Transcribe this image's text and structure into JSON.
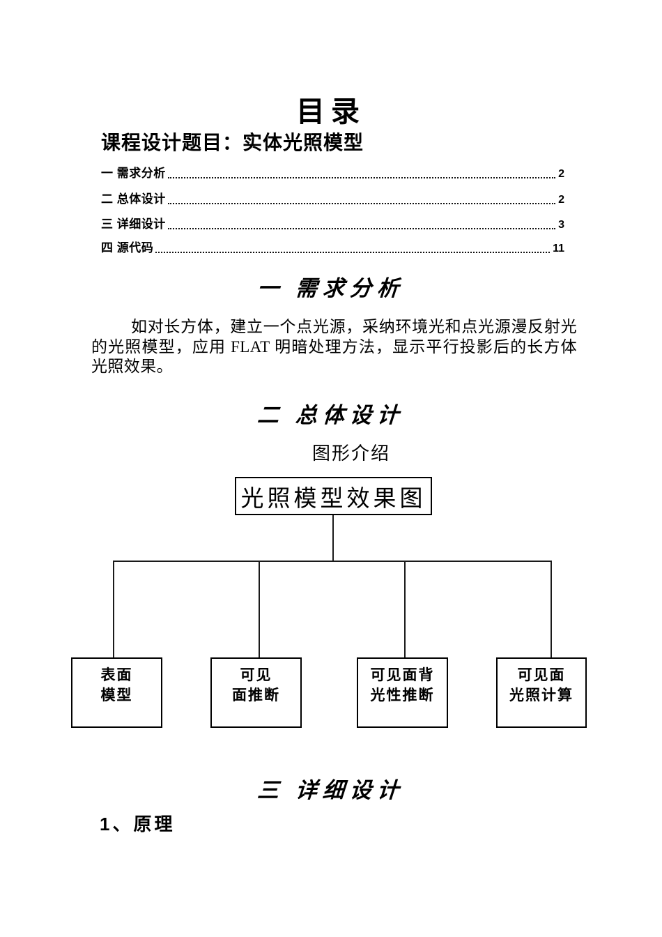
{
  "page": {
    "toc_title": "目录",
    "doc_subtitle": "课程设计题目：实体光照模型"
  },
  "toc": {
    "entries": [
      {
        "label": "一 需求分析",
        "page": "2"
      },
      {
        "label": "二 总体设计",
        "page": "2"
      },
      {
        "label": "三 详细设计",
        "page": "3"
      },
      {
        "label": "四 源代码",
        "page": "11"
      }
    ]
  },
  "sections": {
    "s1_heading": "一 需求分析",
    "s1_paragraph": "如对长方体，建立一个点光源，采纳环境光和点光源漫反射光的光照模型，应用 FLAT 明暗处理方法，显示平行投影后的长方体光照效果。",
    "s2_heading": "二 总体设计",
    "s2_caption": "图形介绍",
    "s3_heading": "三 详细设计",
    "s3_sub1": "1、原理"
  },
  "diagram": {
    "root_label": "光照模型效果图",
    "children": [
      {
        "lines": [
          "表面",
          "模型"
        ]
      },
      {
        "lines": [
          "可见",
          "面推断"
        ]
      },
      {
        "lines": [
          "可见面背",
          "光性推断"
        ]
      },
      {
        "lines": [
          "可见面",
          "光照计算"
        ]
      }
    ]
  },
  "colors": {
    "text": "#000000",
    "background": "#ffffff",
    "line": "#1a1a1a"
  }
}
